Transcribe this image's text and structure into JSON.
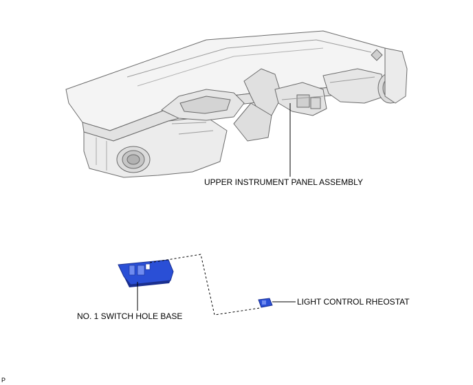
{
  "labels": {
    "upper_panel": "UPPER INSTRUMENT PANEL ASSEMBLY",
    "switch_hole_base": "NO. 1 SWITCH HOLE BASE",
    "light_rheostat": "LIGHT CONTROL RHEOSTAT",
    "page_marker": "P"
  },
  "colors": {
    "part_highlight": "#2a4fd6",
    "part_shadow": "#1a2f8f",
    "panel_fill": "#f0f0f0",
    "panel_line": "#6a6a6a",
    "leader_line": "#000000"
  }
}
